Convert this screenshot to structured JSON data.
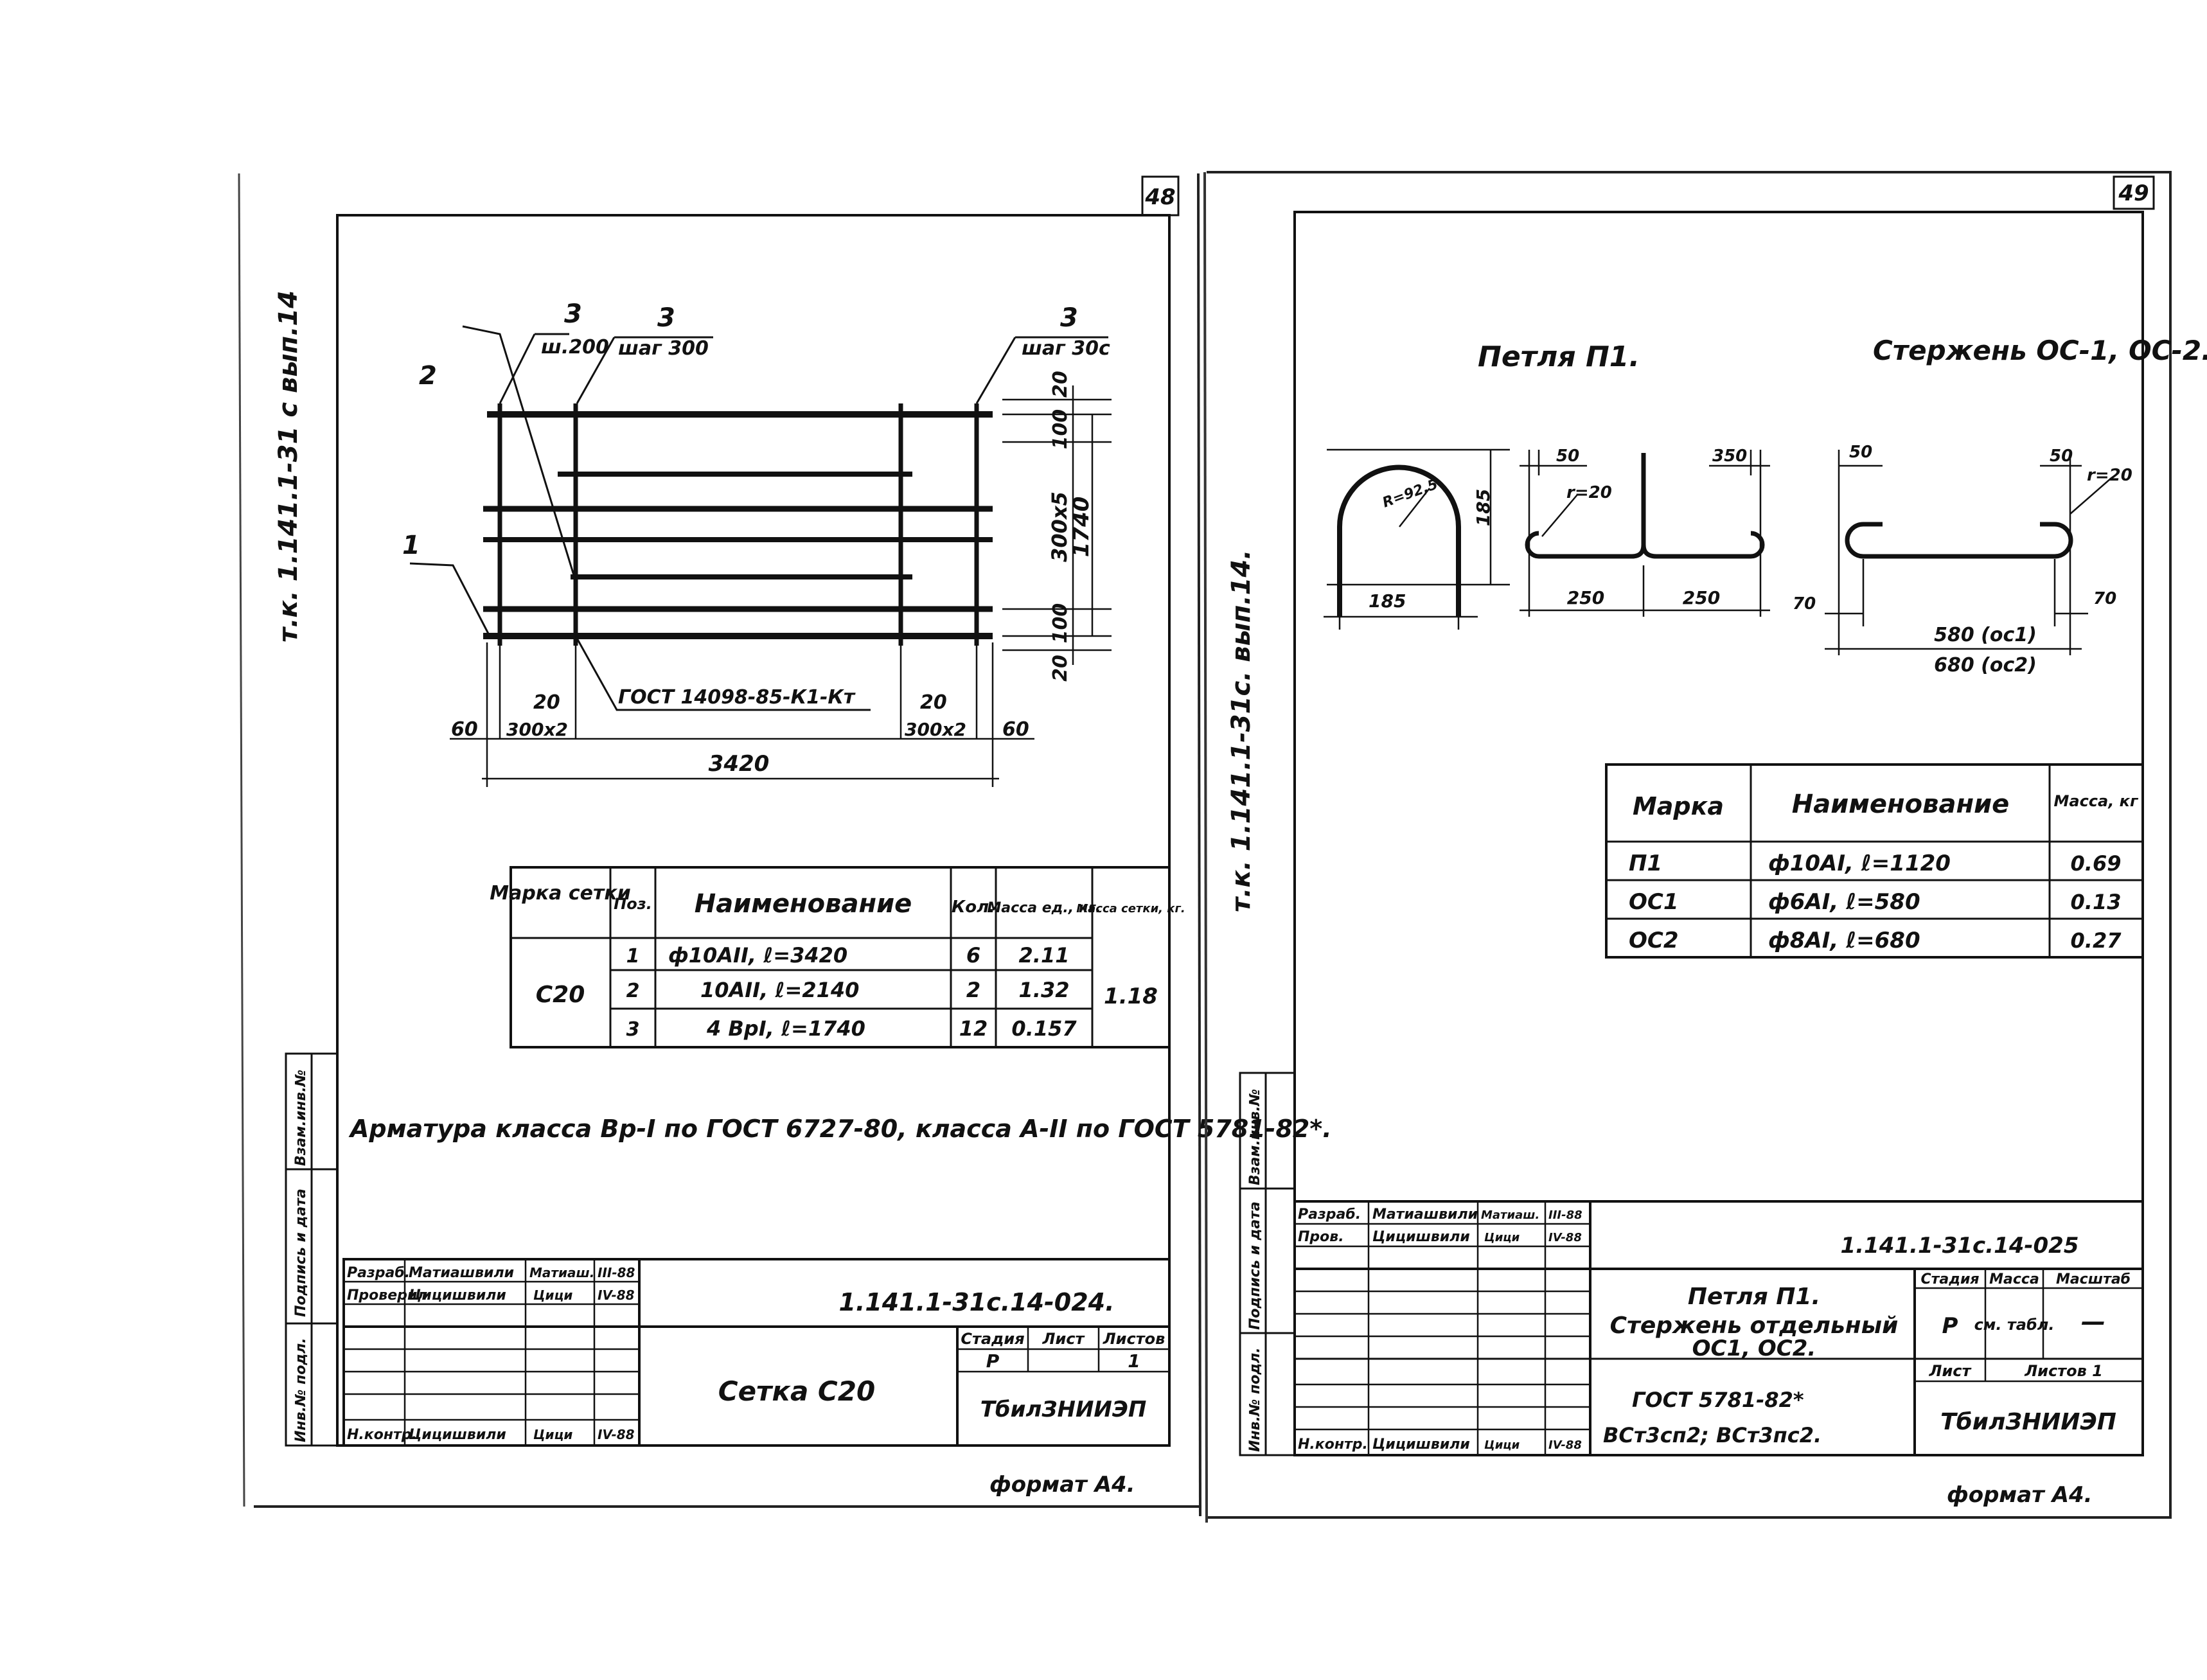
{
  "left_sheet": {
    "page_number": "48",
    "side_label": "т.к. 1.141.1-31 с  вып.14",
    "callouts": {
      "n1": "1",
      "n2": "2",
      "n3a": "3",
      "n3b": "3",
      "n3c": "3",
      "step1": "ш.200",
      "step2": "шаг 300",
      "step3": "шаг 30с"
    },
    "gost_note": "ГОСТ 14098-85-К1-Кт",
    "dims": {
      "d20_top": "20",
      "d100_top": "100",
      "d300x5": "300х5",
      "d1740": "1740",
      "d100_bot": "100",
      "d20_bot": "20",
      "d60_left": "60",
      "d20_left": "20",
      "d300x2_left": "300х2",
      "d20_right": "20",
      "d300x2_right": "300х2",
      "d60_right": "60",
      "d3420": "3420"
    },
    "table": {
      "headers": [
        "Марка сетки",
        "Поз.",
        "Наименование",
        "Кол.",
        "Масса ед., кг.",
        "Масса сетки, кг."
      ],
      "mark": "С20",
      "total_mass": "1.18",
      "rows": [
        {
          "pos": "1",
          "name": "ф10АII,  ℓ=3420",
          "qty": "6",
          "mass": "2.11"
        },
        {
          "pos": "2",
          "name": "10АII,  ℓ=2140",
          "qty": "2",
          "mass": "1.32"
        },
        {
          "pos": "3",
          "name": "4 ВрI,  ℓ=1740",
          "qty": "12",
          "mass": "0.157"
        }
      ]
    },
    "note": "Арматура класса Вр-I по ГОСТ 6727-80, класса А-II по ГОСТ 5781-82*.",
    "margin_labels": [
      "Взам.инв.№",
      "Подпись и дата",
      "Инв.№ подл."
    ],
    "title_block": {
      "rows": [
        {
          "role": "Разраб.",
          "name": "Матиашвили",
          "sign": "Матиаш.",
          "date": "III-88"
        },
        {
          "role": "Проверил",
          "name": "Цицишвили",
          "sign": "Цици",
          "date": "IV-88"
        },
        {
          "role": "Н.контр.",
          "name": "Цицишвили",
          "sign": "Цици",
          "date": "IV-88"
        }
      ],
      "doc_code": "1.141.1-31с.14-024.",
      "title": "Сетка С20",
      "stage_h": "Стадия",
      "sheet_h": "Лист",
      "sheets_h": "Листов",
      "stage": "Р",
      "sheets": "1",
      "org": "ТбилЗНИИЭП"
    },
    "format": "формат А4."
  },
  "right_sheet": {
    "page_number": "49",
    "side_label": "т.к. 1.141.1-31с.  вып.14.",
    "heading_left": "Петля П1.",
    "heading_right": "Стержень ОС-1, ОС-2.",
    "dims": {
      "r": "R=92,5",
      "h185": "185",
      "w185": "185",
      "d50_a": "50",
      "r20_a": "r=20",
      "d350": "350",
      "d250_a": "250",
      "d250_b": "250",
      "d50_b": "50",
      "d50_c": "50",
      "r20_b": "r=20",
      "d70_a": "70",
      "d70_b": "70",
      "d580": "580 (ос1)",
      "d680": "680 (ос2)"
    },
    "table": {
      "headers": [
        "Марка",
        "Наименование",
        "Масса, кг"
      ],
      "rows": [
        {
          "mark": "П1",
          "name": "ф10АI,  ℓ=1120",
          "mass": "0.69"
        },
        {
          "mark": "ОС1",
          "name": "ф6АI,  ℓ=580",
          "mass": "0.13"
        },
        {
          "mark": "ОС2",
          "name": "ф8АI,  ℓ=680",
          "mass": "0.27"
        }
      ]
    },
    "margin_labels": [
      "Взам.инв.№",
      "Подпись и дата",
      "Инв.№ подл."
    ],
    "title_block": {
      "rows": [
        {
          "role": "Разраб.",
          "name": "Матиашвили",
          "sign": "Матиаш.",
          "date": "III-88"
        },
        {
          "role": "Пров.",
          "name": "Цицишвили",
          "sign": "Цици",
          "date": "IV-88"
        },
        {
          "role": "Н.контр.",
          "name": "Цицишвили",
          "sign": "Цици",
          "date": "IV-88"
        }
      ],
      "doc_code": "1.141.1-31с.14-025",
      "title_lines": [
        "Петля П1.",
        "Стержень отдельный",
        "ОС1, ОС2."
      ],
      "gost": "ГОСТ 5781-82*",
      "steel": "ВСт3сп2;  ВСт3пс2.",
      "stage_h": "Стадия",
      "mass_h": "Масса",
      "scale_h": "Масштаб",
      "stage": "Р",
      "mass": "см. табл.",
      "scale": "—",
      "sheet_h": "Лист",
      "sheets_h": "Листов 1",
      "org": "ТбилЗНИИЭП"
    },
    "format": "формат А4."
  }
}
